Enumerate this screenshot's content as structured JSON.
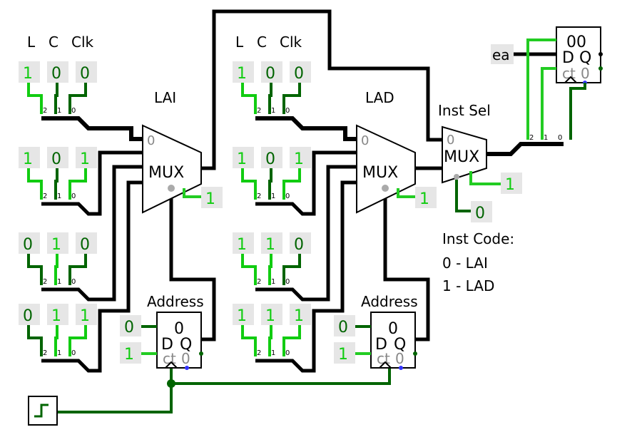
{
  "columns": [
    {
      "header": [
        "L",
        "C",
        "Clk"
      ],
      "rows": [
        [
          "1",
          "0",
          "0"
        ],
        [
          "1",
          "0",
          "1"
        ],
        [
          "0",
          "1",
          "0"
        ],
        [
          "0",
          "1",
          "1"
        ]
      ]
    },
    {
      "header": [
        "L",
        "C",
        "Clk"
      ],
      "rows": [
        [
          "1",
          "0",
          "0"
        ],
        [
          "1",
          "0",
          "1"
        ],
        [
          "1",
          "1",
          "0"
        ],
        [
          "1",
          "1",
          "1"
        ]
      ]
    }
  ],
  "splitter_labels": [
    "2",
    "1",
    "0"
  ],
  "mux_lai": {
    "title": "LAI",
    "label": "MUX",
    "pin0": "0",
    "select": "1"
  },
  "mux_lad": {
    "title": "LAD",
    "label": "MUX",
    "pin0": "0",
    "select": "1"
  },
  "inst_sel": {
    "title": "Inst Sel",
    "label": "MUX",
    "pin0": "0",
    "select": "1",
    "enable": "0"
  },
  "addr_lai": {
    "title": "Address",
    "value": "0",
    "in_d": "0",
    "in_ct": "1",
    "d": "D",
    "q": "Q",
    "ct": "ct",
    "z": "0"
  },
  "addr_lad": {
    "title": "Address",
    "value": "0",
    "in_d": "0",
    "in_ct": "1",
    "d": "D",
    "q": "Q",
    "ct": "ct",
    "z": "0"
  },
  "out_reg": {
    "value": "00",
    "ea": "ea",
    "d": "D",
    "q": "Q",
    "ct": "ct",
    "z": "0"
  },
  "inst_code": {
    "heading": "Inst Code:",
    "line1": "0 - LAI",
    "line2": "1 - LAD"
  },
  "colors": {
    "on": "#11cc11",
    "off": "#006400",
    "bus": "#000000",
    "box": "#e6e6e6",
    "dot": "#3333ff"
  }
}
